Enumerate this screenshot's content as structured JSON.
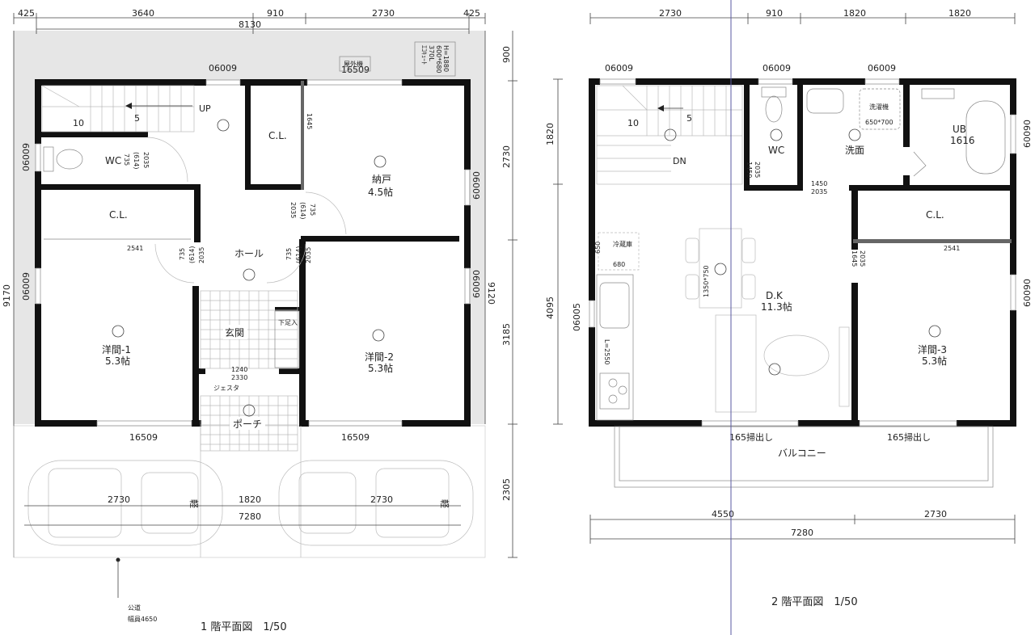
{
  "floor1": {
    "title": "1 階平面図　1/50",
    "road": {
      "name": "公道",
      "width": "幅員4650"
    },
    "dims_top": [
      "425",
      "3640",
      "910",
      "2730",
      "425"
    ],
    "dim_total_top": "8130",
    "dims_left": [
      "9170"
    ],
    "dims_right": [
      "900",
      "2730",
      "9120",
      "3185",
      "2305"
    ],
    "dims_bottom": [
      "2730",
      "1820",
      "2730"
    ],
    "dim_total_bottom": "7280",
    "windows": {
      "top_left": "06009",
      "top_right": "16509",
      "left_top": "06009",
      "left_mid": "06009",
      "right_top": "06009",
      "right_mid": "06009",
      "bottom_left": "16509",
      "bottom_right": "16509"
    },
    "outdoor_unit": "屋外機",
    "water_heater": [
      "ｴｺｷｭｰﾄ",
      "370L",
      "600*680",
      "H=1880"
    ],
    "stairs": {
      "up": "UP",
      "n10": "10",
      "n5": "5"
    },
    "rooms": {
      "wc": "WC",
      "cl_upper": "C.L.",
      "cl_left": "C.L.",
      "storage": "納戸",
      "storage_size": "4.5帖",
      "hall": "ホール",
      "entrance": "玄関",
      "porch": "ポーチ",
      "western1": "洋間-1",
      "western1_size": "5.3帖",
      "western2": "洋間-2",
      "western2_size": "5.3帖",
      "shoe": "下足入"
    },
    "door_labels": {
      "wc": [
        "735",
        "(614)",
        "2035"
      ],
      "storage": [
        "735",
        "(614)",
        "2035"
      ],
      "hall_left": [
        "735",
        "(614)",
        "2035"
      ],
      "hall_right": [
        "735",
        "(614)",
        "2035"
      ],
      "cl_upper": "1645",
      "cl_left": "2541"
    },
    "entrance_door": [
      "1240",
      "2330"
    ],
    "gesta": "ジェスタ",
    "car_mark": "軽"
  },
  "floor2": {
    "title": "2 階平面図　1/50",
    "dims_top": [
      "2730",
      "910",
      "1820",
      "1820"
    ],
    "dims_left": [
      "1820",
      "4095"
    ],
    "dims_right": [
      "06009",
      "06009"
    ],
    "dims_bottom": [
      "4550",
      "2730"
    ],
    "dim_total_bottom": "7280",
    "windows": {
      "top1": "06009",
      "top2": "06009",
      "top3": "06009",
      "left": "06005",
      "bottom_left": "165掃出し",
      "bottom_right": "165掃出し"
    },
    "stairs": {
      "dn": "DN",
      "n10": "10",
      "n5": "5"
    },
    "rooms": {
      "wc": "WC",
      "washroom": "洗面",
      "washer": "洗濯機",
      "washer_size": "650*700",
      "ub": "UB",
      "ub_size": "1616",
      "cl": "C.L.",
      "dk": "D.K",
      "dk_size": "11.3帖",
      "western3": "洋間-3",
      "western3_size": "5.3帖",
      "balcony": "バルコニー"
    },
    "fridge": [
      "650",
      "冷蔵庫",
      "680"
    ],
    "table": "1350*750",
    "kitchen": "L=2550",
    "door_labels": {
      "wc": [
        "1450",
        "2035"
      ],
      "wash": [
        "1450",
        "2035"
      ],
      "cl": "2541",
      "w3": [
        "1645",
        "2035"
      ]
    }
  }
}
